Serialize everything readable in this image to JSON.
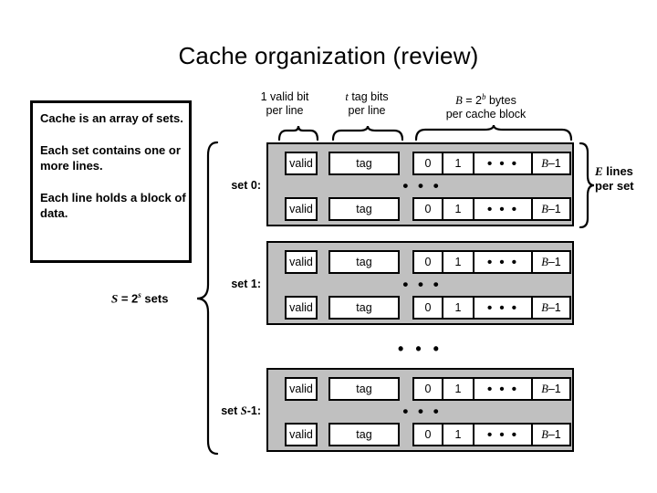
{
  "slide": {
    "title": "Cache organization (review)"
  },
  "description_box": {
    "lines": [
      "Cache is an array of sets.",
      "Each set contains one or more lines.",
      "Each line holds a block of data."
    ]
  },
  "column_labels": {
    "valid": {
      "line1_prefix": "1 valid bit",
      "line2": "per line"
    },
    "tag": {
      "italic": "t",
      "line1_suffix": " tag bits",
      "line2": "per line"
    },
    "block": {
      "italic_b_cap": "B",
      "eq": " = 2",
      "sup": "b",
      "line1_suffix": " bytes",
      "line2": "per cache block"
    }
  },
  "set_labels": {
    "set0": "set 0:",
    "set1": "set 1:",
    "setS1_prefix": "set ",
    "setS1_italic": "S",
    "setS1_suffix": "-1:"
  },
  "line_cells": {
    "valid": "valid",
    "tag": "tag",
    "byte0": "0",
    "byte1": "1",
    "byte_dots": "• • •",
    "byte_last_italic": "B",
    "byte_last_suffix": "–1"
  },
  "ellipsis": {
    "inner": "• • •",
    "between_sets": "• • •"
  },
  "annotations": {
    "s_sets": {
      "italic_S": "S",
      "eq": " = 2",
      "sup": "s",
      "suffix": " sets"
    },
    "e_lines": {
      "italic_E": "E",
      "line1_suffix": " lines",
      "line2": "per set"
    }
  },
  "colors": {
    "set_block_fill": "#c0c0c0",
    "cell_fill": "#ffffff",
    "stroke": "#000000",
    "page_background": "#ffffff"
  }
}
